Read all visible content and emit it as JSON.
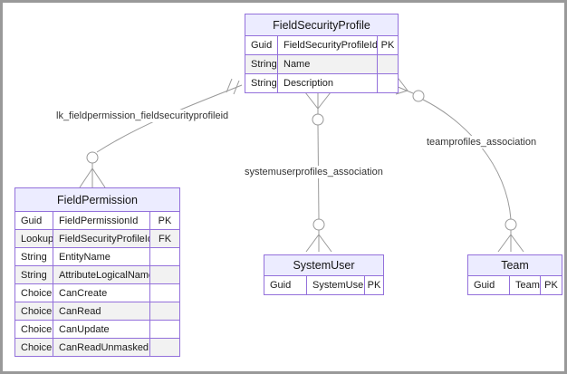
{
  "diagram": {
    "type": "entity-relationship",
    "colors": {
      "entity_border": "#9370db",
      "entity_header_fill": "#ececff",
      "row_fill": "#ffffff",
      "row_alt_fill": "#f2f2f2",
      "relationship_line": "#999999",
      "label_text": "#333333",
      "frame_border": "#999999"
    },
    "entities": [
      {
        "name": "FieldSecurityProfile",
        "rows": [
          [
            "Guid",
            "FieldSecurityProfileId",
            "PK"
          ],
          [
            "String",
            "Name",
            ""
          ],
          [
            "String",
            "Description",
            ""
          ]
        ]
      },
      {
        "name": "FieldPermission",
        "rows": [
          [
            "Guid",
            "FieldPermissionId",
            "PK"
          ],
          [
            "Lookup",
            "FieldSecurityProfileId",
            "FK"
          ],
          [
            "String",
            "EntityName",
            ""
          ],
          [
            "String",
            "AttributeLogicalName",
            ""
          ],
          [
            "Choice",
            "CanCreate",
            ""
          ],
          [
            "Choice",
            "CanRead",
            ""
          ],
          [
            "Choice",
            "CanUpdate",
            ""
          ],
          [
            "Choice",
            "CanReadUnmasked",
            ""
          ]
        ]
      },
      {
        "name": "SystemUser",
        "rows": [
          [
            "Guid",
            "SystemUserId",
            "PK"
          ]
        ]
      },
      {
        "name": "Team",
        "rows": [
          [
            "Guid",
            "TeamID",
            "PK"
          ]
        ]
      }
    ],
    "relationships": [
      {
        "label": "lk_fieldpermission_fieldsecurityprofileid",
        "from": "FieldSecurityProfile",
        "to": "FieldPermission",
        "from_cardinality": "exactly-one",
        "to_cardinality": "zero-or-many"
      },
      {
        "label": "systemuserprofiles_association",
        "from": "FieldSecurityProfile",
        "to": "SystemUser",
        "from_cardinality": "zero-or-many",
        "to_cardinality": "zero-or-many"
      },
      {
        "label": "teamprofiles_association",
        "from": "FieldSecurityProfile",
        "to": "Team",
        "from_cardinality": "zero-or-many",
        "to_cardinality": "zero-or-many"
      }
    ]
  }
}
